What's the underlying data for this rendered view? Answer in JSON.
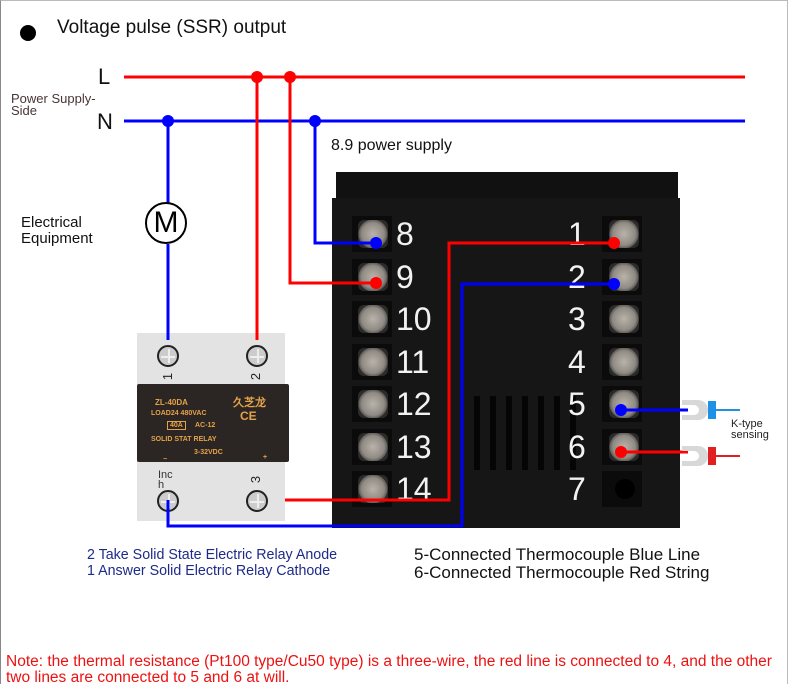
{
  "header": {
    "title": "Voltage pulse (SSR) output"
  },
  "lines": {
    "live_label": "L",
    "neutral_label": "N",
    "live_color": "#ff0000",
    "neutral_color": "#0000ff"
  },
  "power_side_label": "Power Supply-Side",
  "power_supply_label": "8.9 power supply",
  "equipment": {
    "label": "Electrical Equipment",
    "motor_symbol": "M"
  },
  "ssr": {
    "model": "ZL-40DA",
    "brand": "久芝龙",
    "load": "LOAD24 480VAC",
    "current": "40A",
    "ac_class": "AC-12",
    "type_text": "SOLID STAT RELAY",
    "input": "3-32VDC",
    "cert": "CE",
    "minus": "−",
    "plus": "+",
    "terminals": [
      "1",
      "2",
      "3"
    ],
    "stray_label": "Inc h"
  },
  "controller": {
    "left_terminals": [
      "8",
      "9",
      "10",
      "11",
      "12",
      "13",
      "14"
    ],
    "right_terminals": [
      "1",
      "2",
      "3",
      "4",
      "5",
      "6",
      "7"
    ]
  },
  "sensor": {
    "label": "K-type sensing",
    "blue_color": "#1e90e6",
    "red_color": "#e02020"
  },
  "notes": {
    "left": [
      "2 Take Solid State Electric Relay Anode",
      "1 Answer Solid Electric Relay Cathode"
    ],
    "right": [
      "5-Connected Thermocouple Blue Line",
      "6-Connected Thermocouple Red String"
    ],
    "footer": "Note: the thermal resistance (Pt100 type/Cu50 type) is a three-wire, the red line is connected to 4, and the other two lines are connected to 5 and 6 at will."
  }
}
